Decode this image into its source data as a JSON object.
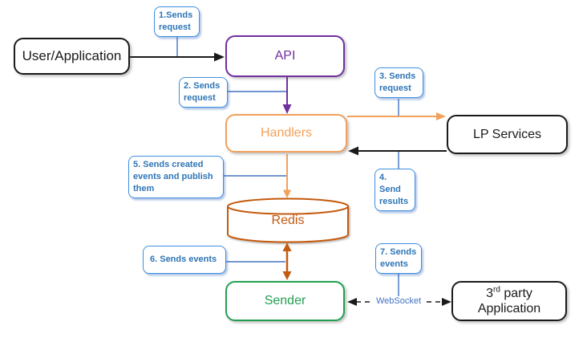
{
  "nodes": {
    "user_application": {
      "label": "User/Application",
      "color": "#1a1a1a"
    },
    "api": {
      "label": "API",
      "color": "#7030A0"
    },
    "handlers": {
      "label": "Handlers",
      "color": "#F2A05A"
    },
    "lp_services": {
      "label": "LP Services",
      "color": "#1a1a1a"
    },
    "redis": {
      "label": "Redis",
      "color": "#C55A11"
    },
    "sender": {
      "label": "Sender",
      "color": "#22A050"
    },
    "third_party_application": {
      "number": "3",
      "ordinal": "rd",
      "suffix": " party",
      "line2": "Application",
      "color": "#1a1a1a"
    }
  },
  "callouts": [
    {
      "text": "1.Sends request"
    },
    {
      "text": "2. Sends request"
    },
    {
      "text": "3. Sends request"
    },
    {
      "text": "4. Send results"
    },
    {
      "text": "5. Sends created events and publish them"
    },
    {
      "text": "6. Sends events"
    },
    {
      "text": "7. Sends events"
    }
  ],
  "connector_labels": {
    "websocket": "WebSocket"
  },
  "edges": [
    {
      "from": "User/Application",
      "to": "API",
      "color": "black",
      "style": "solid-arrow",
      "label": "1.Sends request"
    },
    {
      "from": "API",
      "to": "Handlers",
      "color": "purple",
      "style": "solid-arrow",
      "label": "2. Sends request"
    },
    {
      "from": "Handlers",
      "to": "LP Services",
      "color": "light-orange",
      "style": "solid-arrow",
      "label": "3. Sends request"
    },
    {
      "from": "LP Services",
      "to": "Handlers",
      "color": "black",
      "style": "solid-arrow",
      "label": "4. Send results"
    },
    {
      "from": "Handlers",
      "to": "Redis",
      "color": "light-orange",
      "style": "solid-arrow",
      "label": "5. Sends created events and publish them"
    },
    {
      "from": "Redis",
      "to": "Sender",
      "color": "dark-orange",
      "style": "solid-double-arrow",
      "label": "6. Sends events"
    },
    {
      "from": "Sender",
      "to": "3rd party Application",
      "color": "black",
      "style": "dashed-double-arrow",
      "label": "7. Sends events",
      "protocol": "WebSocket"
    }
  ],
  "colors": {
    "callout_border": "#3E8EDE",
    "callout_text": "#2E75B6",
    "connector_blue": "#4472C4",
    "purple": "#7030A0",
    "orange_light": "#F2A05A",
    "orange_dark": "#C55A11",
    "green": "#22A050",
    "black": "#1a1a1a",
    "background": "#ffffff"
  }
}
